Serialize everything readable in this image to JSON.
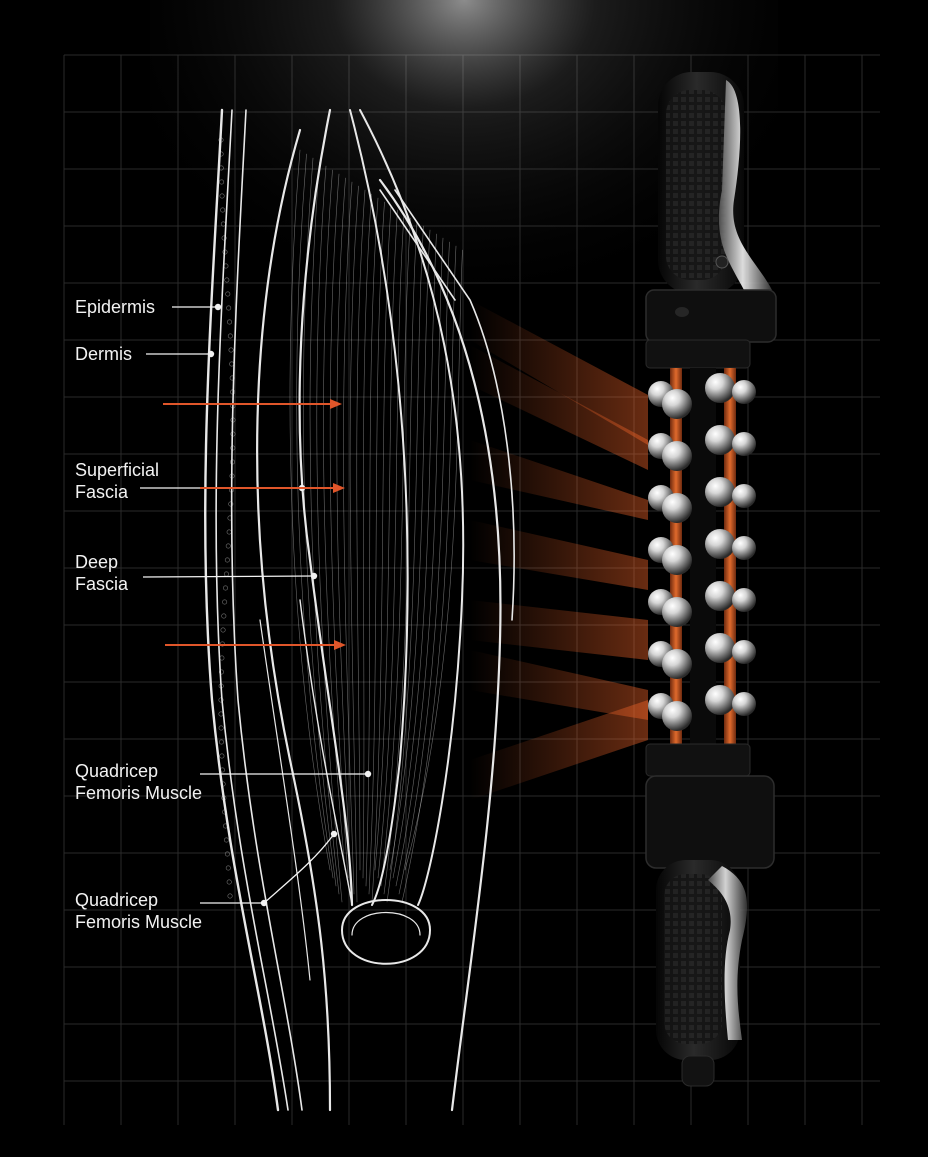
{
  "labels": [
    {
      "id": "epidermis",
      "lines": [
        "Epidermis"
      ]
    },
    {
      "id": "dermis",
      "lines": [
        "Dermis"
      ]
    },
    {
      "id": "superficial-fascia",
      "lines": [
        "Superficial",
        "Fascia"
      ]
    },
    {
      "id": "deep-fascia",
      "lines": [
        "Deep",
        "Fascia"
      ]
    },
    {
      "id": "quadricep-1",
      "lines": [
        "Quadricep",
        "Femoris Muscle"
      ]
    },
    {
      "id": "quadricep-2",
      "lines": [
        "Quadricep",
        "Femoris Muscle"
      ]
    }
  ],
  "colors": {
    "background": "#000000",
    "grid": "#2a2a2a",
    "line_art": "#e8e8e8",
    "arrow": "#e0562a",
    "glow": "#ff6a2b",
    "roller_core": "#c9531f",
    "roller_body": "#151515",
    "steel": "#cfcfcf"
  },
  "icons": [
    "arrow-right-icon",
    "leader-dot-icon",
    "steel-ball-icon"
  ]
}
